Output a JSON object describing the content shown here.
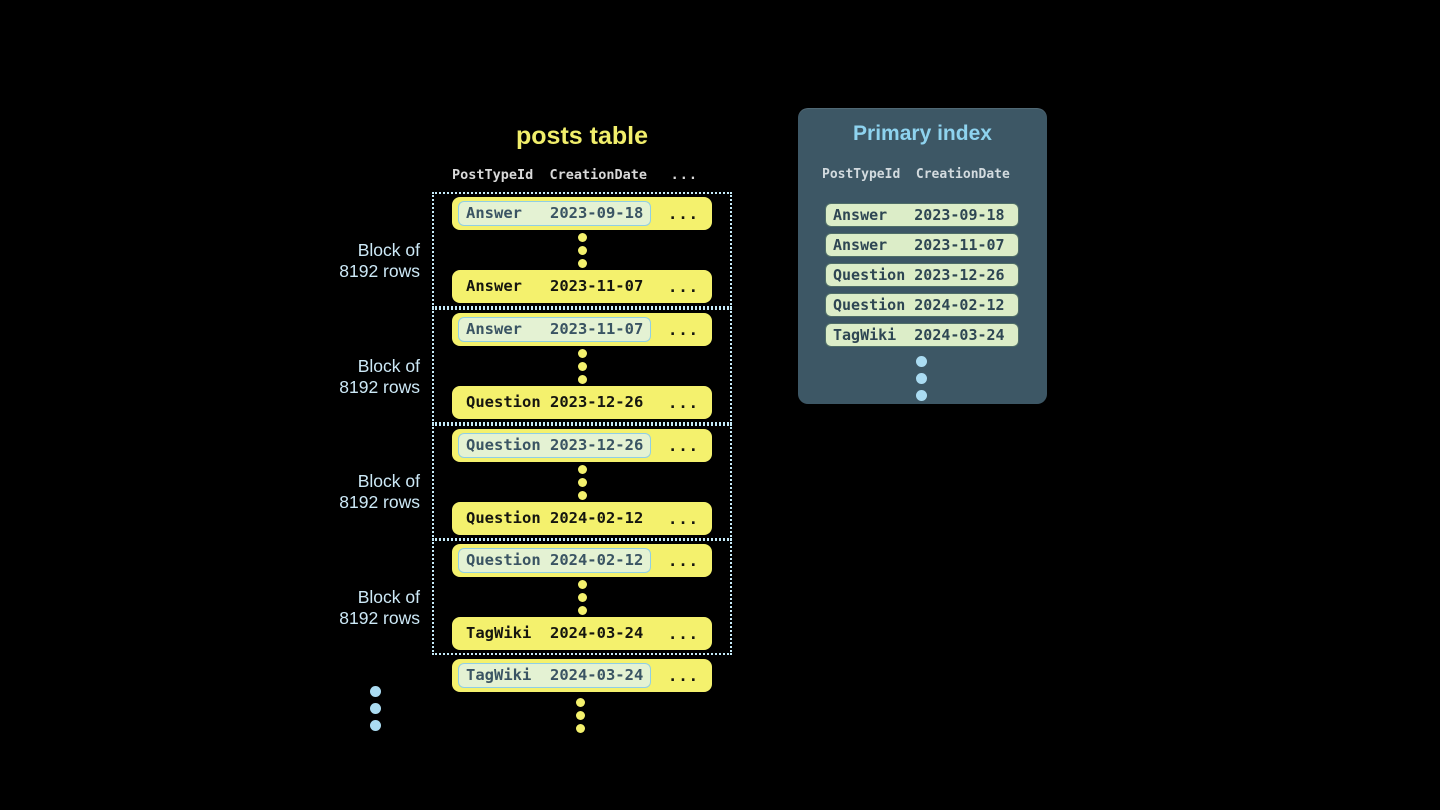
{
  "posts_table": {
    "title": "posts table",
    "header": {
      "col1": "PostTypeId",
      "col2": "CreationDate",
      "ellipsis": "..."
    },
    "block_label_line1": "Block of",
    "block_label_line2": "8192 rows",
    "row_ellipsis": "...",
    "blocks": [
      {
        "first": {
          "type": "Answer",
          "date": "2023-09-18"
        },
        "last": {
          "type": "Answer",
          "date": "2023-11-07"
        }
      },
      {
        "first": {
          "type": "Answer",
          "date": "2023-11-07"
        },
        "last": {
          "type": "Question",
          "date": "2023-12-26"
        }
      },
      {
        "first": {
          "type": "Question",
          "date": "2023-12-26"
        },
        "last": {
          "type": "Question",
          "date": "2024-02-12"
        }
      },
      {
        "first": {
          "type": "Question",
          "date": "2024-02-12"
        },
        "last": {
          "type": "TagWiki",
          "date": "2024-03-24"
        }
      }
    ],
    "overflow_row": {
      "type": "TagWiki",
      "date": "2024-03-24"
    }
  },
  "primary_index": {
    "title": "Primary index",
    "header": {
      "col1": "PostTypeId",
      "col2": "CreationDate"
    },
    "rows": [
      {
        "type": "Answer",
        "date": "2023-09-18"
      },
      {
        "type": "Answer",
        "date": "2023-11-07"
      },
      {
        "type": "Question",
        "date": "2023-12-26"
      },
      {
        "type": "Question",
        "date": "2024-02-12"
      },
      {
        "type": "TagWiki",
        "date": "2024-03-24"
      }
    ]
  },
  "colors": {
    "background": "#000000",
    "row_yellow": "#f4f16d",
    "title_yellow": "#f1ee6b",
    "highlight_green": "#e4f2d3",
    "highlight_border_blue": "#90cfe5",
    "highlight_text": "#3a5463",
    "index_row_green": "#dcedc8",
    "index_row_border": "#4f6e68",
    "panel_slate": "#3d5765",
    "panel_title_blue": "#8ed3ef",
    "label_blue": "#cde9f7",
    "dotted_border_blue": "#c5eaf8",
    "blue_dot": "#abdcf2",
    "header_gray": "#d9d9d9",
    "dark_text": "#15150f"
  }
}
